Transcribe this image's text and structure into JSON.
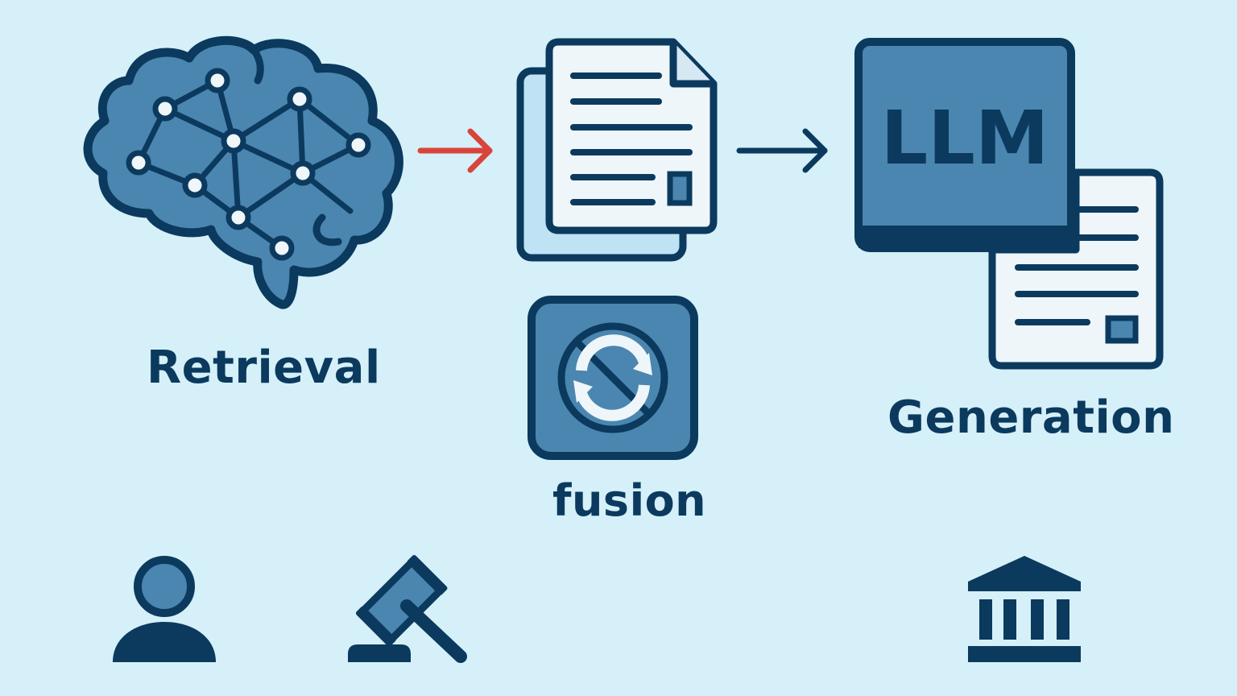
{
  "diagram": {
    "retrieval_label": "Retrieval",
    "fusion_label": "fusion",
    "generation_label": "Generation",
    "llm_label": "LLM"
  },
  "icons": [
    "brain-network-icon",
    "document-stack-icon",
    "fusion-cycle-icon",
    "llm-monitor-icon",
    "output-document-icon",
    "person-icon",
    "gavel-icon",
    "bank-building-icon"
  ],
  "colors": {
    "background": "#d5f0f8",
    "dark_navy": "#0b3a5e",
    "mid_blue": "#4a86b0",
    "light_blue": "#bfe3f5",
    "paper": "#eef6fa",
    "red_arrow": "#d9443a"
  }
}
